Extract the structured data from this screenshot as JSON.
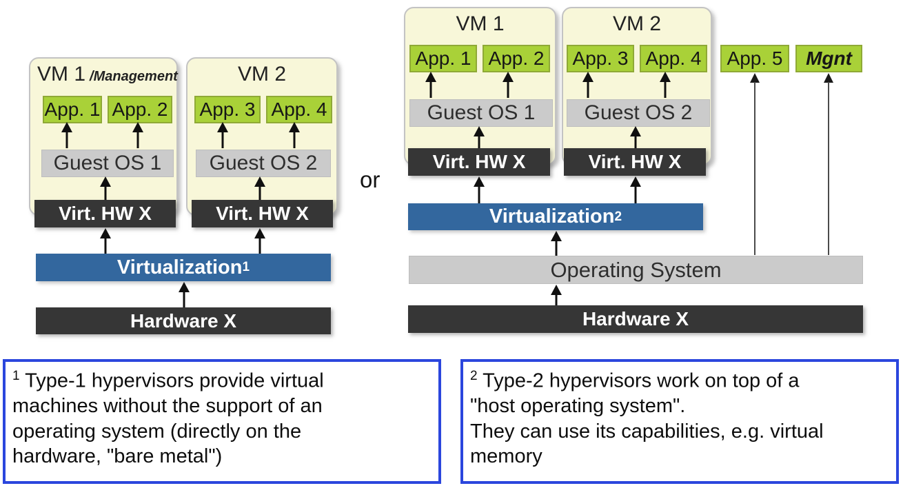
{
  "left_diagram": {
    "vm1": {
      "title": "VM 1",
      "subtitle": "/Management",
      "apps": [
        "App. 1",
        "App. 2"
      ],
      "os": "Guest OS 1",
      "virt_hw": "Virt. HW X"
    },
    "vm2": {
      "title": "VM 2",
      "apps": [
        "App. 3",
        "App. 4"
      ],
      "os": "Guest OS 2",
      "virt_hw": "Virt. HW X"
    },
    "virtualization": {
      "label": "Virtualization",
      "sup": "1"
    },
    "hardware": "Hardware X"
  },
  "connector": "or",
  "right_diagram": {
    "vm1": {
      "title": "VM 1",
      "apps": [
        "App. 1",
        "App. 2"
      ],
      "os": "Guest OS 1",
      "virt_hw": "Virt. HW X"
    },
    "vm2": {
      "title": "VM 2",
      "apps": [
        "App. 3",
        "App. 4"
      ],
      "os": "Guest OS 2",
      "virt_hw": "Virt. HW X"
    },
    "standalone_apps": [
      "App. 5",
      "Mgnt"
    ],
    "virtualization": {
      "label": "Virtualization",
      "sup": "2"
    },
    "os": "Operating System",
    "hardware": "Hardware X"
  },
  "footnotes": [
    {
      "sup": "1",
      "text": "Type-1 hypervisors provide virtual\nmachines without the support of an\noperating system (directly on the\nhardware, \"bare metal\")"
    },
    {
      "sup": "2",
      "text": "Type-2 hypervisors work on top of a\n\"host operating system\".\nThey can use its capabilities, e.g. virtual\nmemory"
    }
  ],
  "colors": {
    "vm_background": "#f8f7d9",
    "app_green": "#a9d138",
    "os_gray": "#cbcbcb",
    "hardware_dark": "#363636",
    "virtualization_blue": "#33679e",
    "footnote_border_blue": "#2b46dd"
  }
}
